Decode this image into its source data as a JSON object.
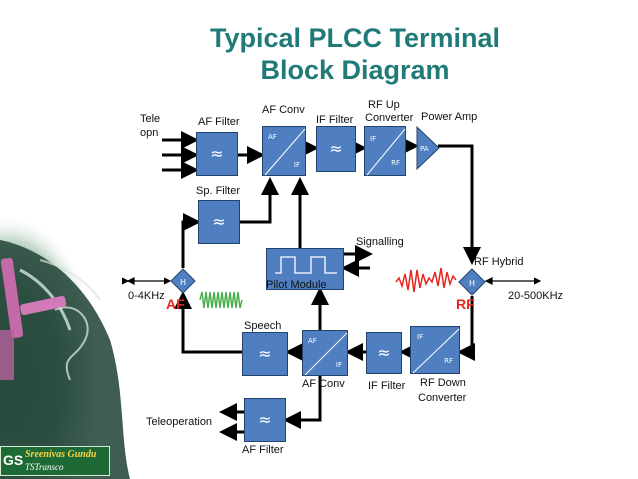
{
  "title": {
    "line1": "Typical PLCC Terminal",
    "line2": "Block  Diagram"
  },
  "labels": {
    "tele": "Tele",
    "opn": "opn",
    "af_filter_top": "AF Filter",
    "af_conv_top": "AF Conv",
    "if_filter_top": "IF Filter",
    "rf_up_1": "RF Up",
    "rf_up_2": "Converter",
    "power_amp": "Power Amp",
    "sp_filter": "Sp. Filter",
    "signalling": "Signalling",
    "pilot_module": "Pilot Module",
    "rf_hybrid": "RF Hybrid",
    "af_freq": "0-4KHz",
    "af_mark": "AF",
    "rf_mark": "RF",
    "rf_freq": "20-500KHz",
    "speech": "Speech",
    "af_conv_bottom": "AF Conv",
    "if_filter_bottom": "IF Filter",
    "rf_down_1": "RF Down",
    "rf_down_2": "Converter",
    "teleoperation": "Teleoperation",
    "af_filter_bottom": "AF Filter"
  },
  "block_marks": {
    "af": "AF",
    "if": "IF",
    "rf": "RF",
    "pa": "PA",
    "h": "H"
  },
  "logo": {
    "initials": "GS",
    "name": "Sreenivas Gundu",
    "org": "TSTransco"
  },
  "colors": {
    "title": "#1f7a78",
    "block": "#4f7fc0",
    "signal_red": "#e8261e",
    "signal_green": "#4caf50",
    "logo_green": "#1e6a35"
  }
}
